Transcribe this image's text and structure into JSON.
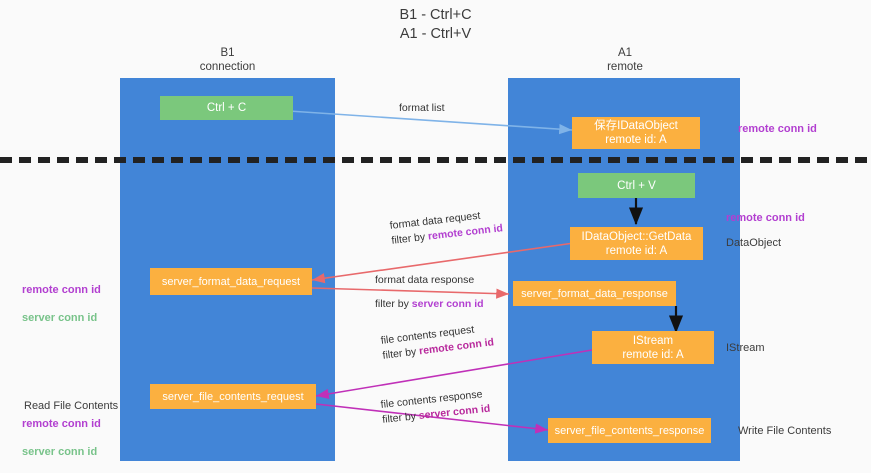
{
  "diagram": {
    "title": "B1 - Ctrl+C\nA1 - Ctrl+V",
    "colors": {
      "lane": "#4285d7",
      "node_green": "#7bc87c",
      "node_orange": "#fbb040",
      "accent_purple": "#b23fd0",
      "accent_green": "#78c38a",
      "arrow_blue": "#7fb3e8",
      "arrow_red": "#e8696b",
      "arrow_magenta": "#c030b8",
      "arrow_black": "#111111",
      "background": "#fafafa"
    },
    "lanes": [
      {
        "id": "b1",
        "label": "B1\nconnection"
      },
      {
        "id": "a1",
        "label": "A1\nremote"
      }
    ],
    "nodes": [
      {
        "id": "ctrl-c",
        "label": "Ctrl + C",
        "kind": "green"
      },
      {
        "id": "idataobject",
        "label": "保存IDataObject\nremote id: A",
        "kind": "orange"
      },
      {
        "id": "ctrl-v",
        "label": "Ctrl + V",
        "kind": "green"
      },
      {
        "id": "getdata",
        "label": "IDataObject::GetData\nremote id: A",
        "kind": "orange"
      },
      {
        "id": "server-format-data-request",
        "label": "server_format_data_request",
        "kind": "orange"
      },
      {
        "id": "server-format-data-response",
        "label": "server_format_data_response",
        "kind": "orange"
      },
      {
        "id": "istream",
        "label": "IStream\nremote id: A",
        "kind": "orange"
      },
      {
        "id": "server-file-contents-request",
        "label": "server_file_contents_request",
        "kind": "orange"
      },
      {
        "id": "server-file-contents-response",
        "label": "server_file_contents_response",
        "kind": "orange"
      }
    ],
    "edge_labels": [
      {
        "id": "format-list",
        "line1": "format list",
        "line2": "",
        "filter": ""
      },
      {
        "id": "format-data-request",
        "line1": "format data request",
        "line2_prefix": "filter by ",
        "line2_accent": "remote conn id"
      },
      {
        "id": "format-data-response",
        "line1": "format data response",
        "line2_prefix": "filter by ",
        "line2_accent": "server conn id"
      },
      {
        "id": "file-contents-request",
        "line1": "file contents request",
        "line2_prefix": "filter by ",
        "line2_accent": "remote conn id"
      },
      {
        "id": "file-contents-response",
        "line1": "file contents response",
        "line2_prefix": "filter by ",
        "line2_accent": "server conn id"
      }
    ],
    "side_labels": {
      "right_remote_conn_top": "remote conn id",
      "right_remote_conn_mid": "remote conn id",
      "right_dataobject": "DataObject",
      "right_istream": "IStream",
      "right_write_file_contents": "Write File Contents",
      "left_remote_conn": "remote conn id",
      "left_server_conn": "server conn id",
      "left_read_file_contents": "Read File Contents",
      "left_remote_conn2": "remote conn id",
      "left_server_conn2": "server conn id"
    }
  }
}
